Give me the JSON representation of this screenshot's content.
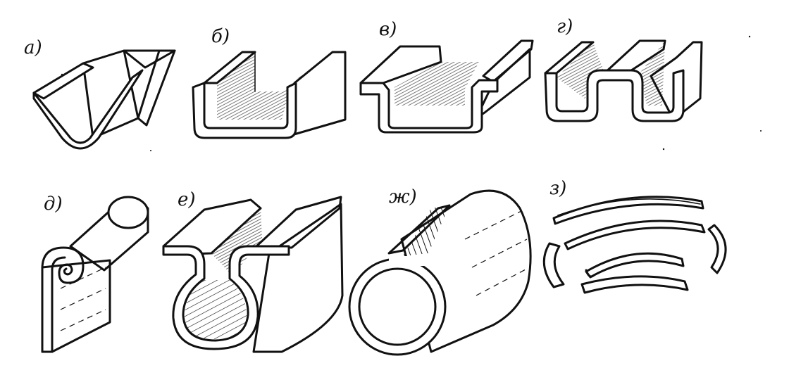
{
  "figure": {
    "labels": {
      "a": "а)",
      "b": "б)",
      "v": "в)",
      "g": "г)",
      "d": "д)",
      "e": "е)",
      "zh": "ж)",
      "z": "з)"
    }
  },
  "colors": {
    "ink": "#111111",
    "background": "#ffffff",
    "shade": "#555555"
  }
}
